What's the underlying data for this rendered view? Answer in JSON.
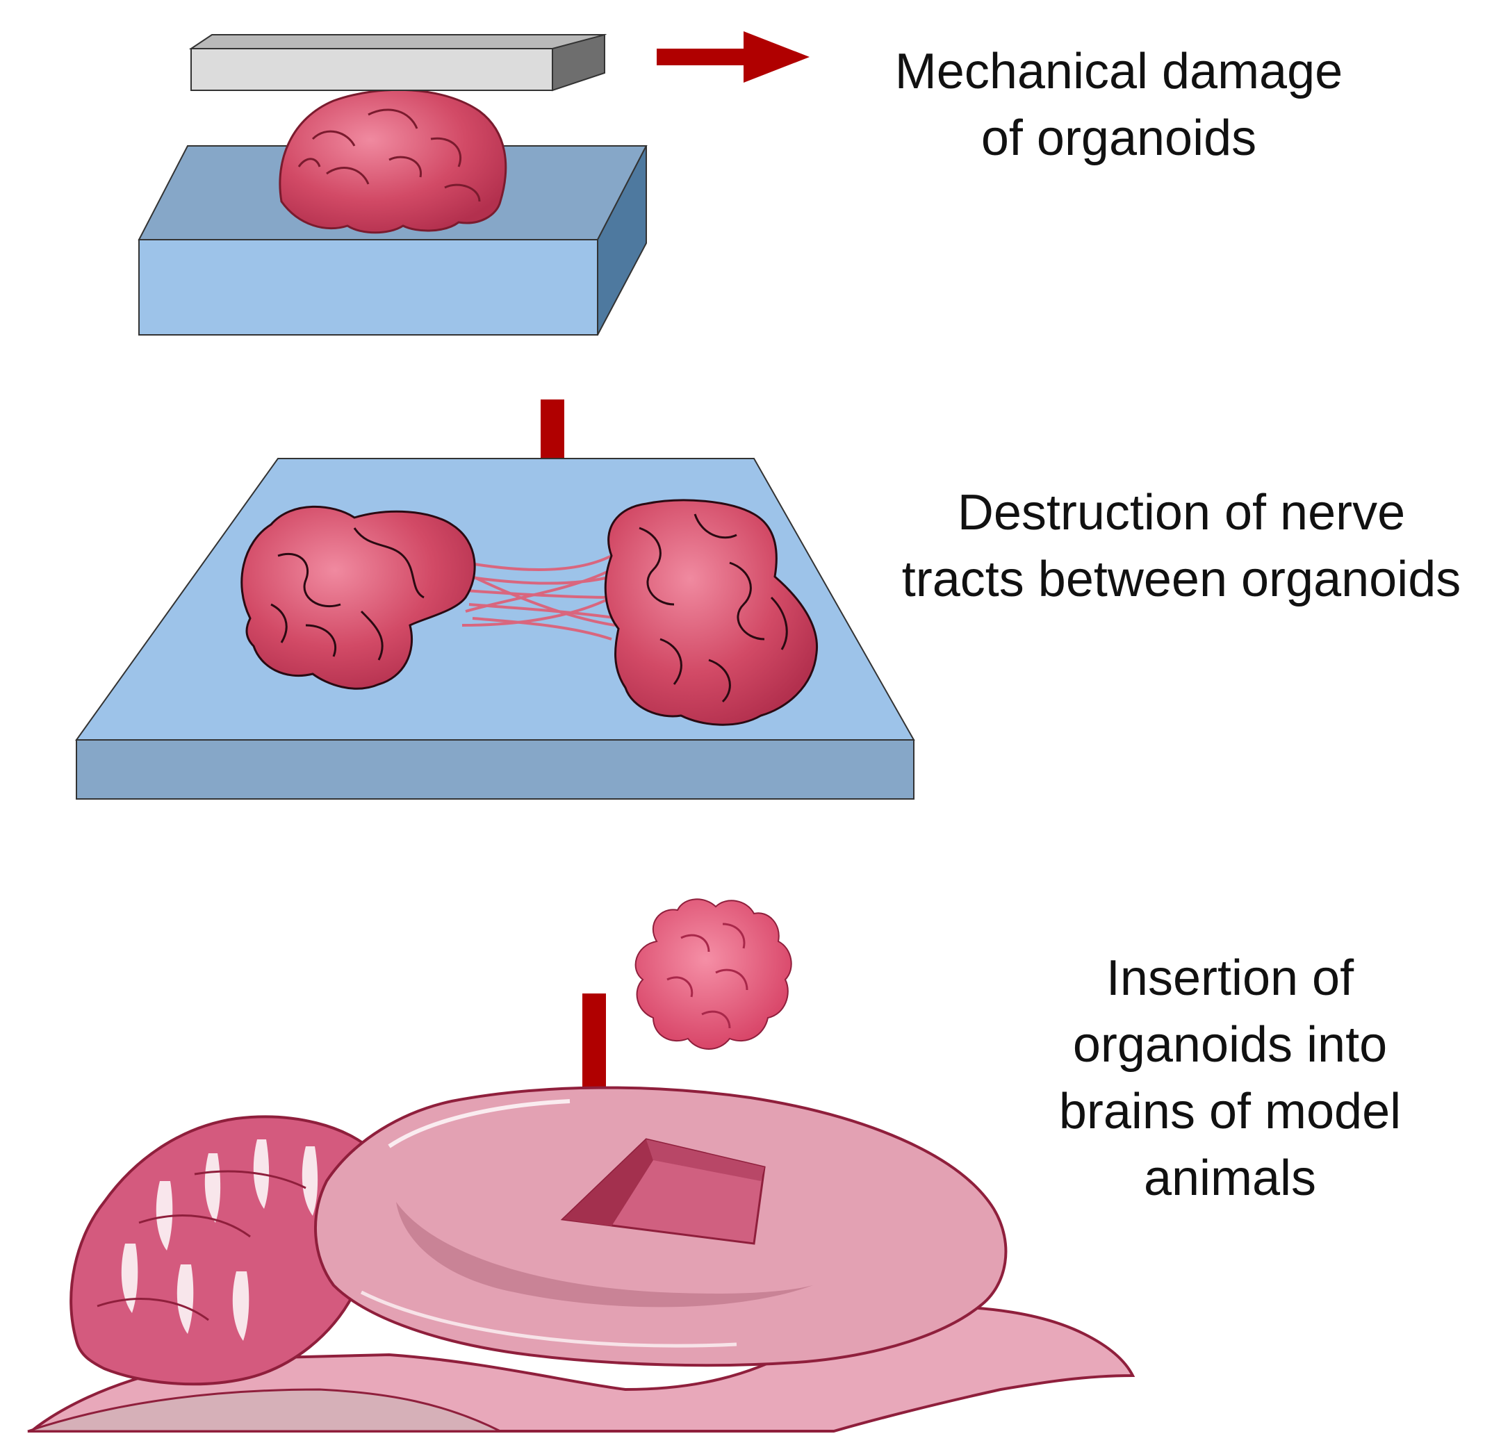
{
  "steps": [
    {
      "id": "mechanical-damage",
      "lines": [
        "Mechanical damage",
        "of organoids"
      ]
    },
    {
      "id": "tract-destruction",
      "lines": [
        "Destruction of nerve",
        "tracts between organoids"
      ]
    },
    {
      "id": "insertion",
      "lines": [
        "Insertion of",
        "organoids into",
        "brains of model",
        "animals"
      ]
    }
  ],
  "colors": {
    "arrow": "#b00000",
    "plate_top": "#8aa9c9",
    "plate_front": "#9cc2e8",
    "plate_side": "#4f7aa0",
    "press_top": "#d8d8d8",
    "press_side": "#6f6f6f",
    "organoid": "#d24a66",
    "organoid_light": "#e8768e",
    "organoid_outline": "#7a1b2e",
    "brain": "#e3a1b3",
    "brain_dark": "#c07088",
    "cerebellum": "#d45a7e"
  },
  "icons": [
    "press-plate-icon",
    "culture-plate-icon",
    "organoid-icon",
    "nerve-tracts-icon",
    "mouse-brain-icon",
    "arrow-right-icon",
    "arrow-down-icon"
  ]
}
